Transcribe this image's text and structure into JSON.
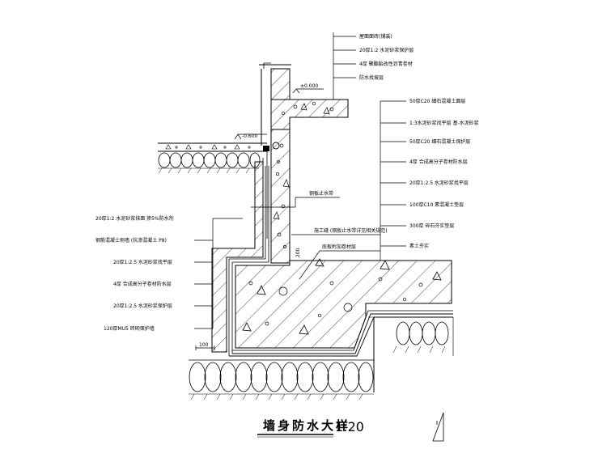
{
  "drawing": {
    "title": "墙身防水大样",
    "scale": "1:20"
  },
  "wall_top_layers": [
    "屋面面砖(铺装)",
    "20厚1:2 水泥砂浆保护层",
    "4厚 聚酯胎改性沥青卷材",
    "防水找坡层"
  ],
  "floor_layers": [
    "50厚C20 细石混凝土面层",
    "1:3水泥砂浆找平层  基-水泥砂浆",
    "50厚C20 细石混凝土保护层",
    "4厚 合成高分子卷材防水层",
    "20厚1:2.5 水泥砂浆找平层",
    "100厚C10 素混凝土垫层",
    "300厚 碎石夯实垫层",
    "素土夯实"
  ],
  "wall_side_layers": [
    "20厚1:2 水泥砂浆抹面  掺5%防水剂",
    "钢筋混凝土侧墙   (抗渗混凝土  P8)",
    "20厚1:2.5 水泥砂浆找平层",
    "4厚 合成高分子卷材防水层",
    "20厚1:2.5 水泥砂浆保护层",
    "120厚MU5 砖砌保护墙"
  ],
  "callouts": {
    "waterstop": "钢板止水带",
    "construction_joint": "施工缝  (钢板止水带详见相关规范)",
    "corner_reinforce": "底板附加卷材层"
  },
  "dimensions": {
    "top_level": "±0.000",
    "ground_level": "-0.600",
    "dim_left": "100",
    "dim_joint": "200"
  }
}
